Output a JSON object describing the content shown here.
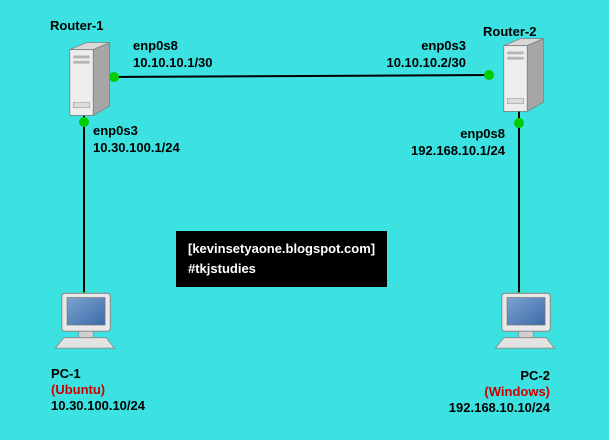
{
  "colors": {
    "background": "#3ce1e1",
    "link": "#000000",
    "endpoint_dot": "#00cc00",
    "os_label": "#cc0000",
    "watermark_bg": "#000000",
    "watermark_text": "#ffffff"
  },
  "nodes": {
    "router1": {
      "label": "Router-1"
    },
    "router2": {
      "label": "Router-2"
    },
    "pc1": {
      "label": "PC-1",
      "os": "(Ubuntu)",
      "ip": "10.30.100.10/24"
    },
    "pc2": {
      "label": "PC-2",
      "os": "(Windows)",
      "ip": "192.168.10.10/24"
    }
  },
  "interfaces": {
    "router1_wan": {
      "name": "enp0s8",
      "ip": "10.10.10.1/30"
    },
    "router2_wan": {
      "name": "enp0s3",
      "ip": "10.10.10.2/30"
    },
    "router1_lan": {
      "name": "enp0s3",
      "ip": "10.30.100.1/24"
    },
    "router2_lan": {
      "name": "enp0s8",
      "ip": "192.168.10.1/24"
    }
  },
  "watermark": {
    "line1": "[kevinsetyaone.blogspot.com]",
    "line2": "#tkjstudies"
  }
}
